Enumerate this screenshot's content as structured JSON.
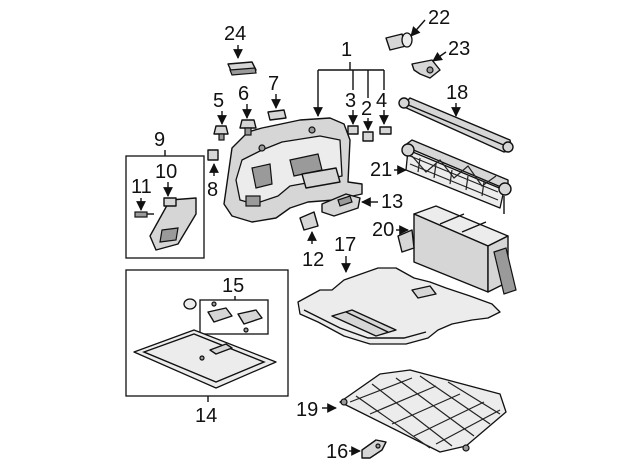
{
  "callouts": {
    "c1": "1",
    "c2": "2",
    "c3": "3",
    "c4": "4",
    "c5": "5",
    "c6": "6",
    "c7": "7",
    "c8": "8",
    "c9": "9",
    "c10": "10",
    "c11": "11",
    "c12": "12",
    "c13": "13",
    "c14": "14",
    "c15": "15",
    "c16": "16",
    "c17": "17",
    "c18": "18",
    "c19": "19",
    "c20": "20",
    "c21": "21",
    "c22": "22",
    "c23": "23",
    "c24": "24"
  },
  "colors": {
    "line": "#111111",
    "part_fill": "#d6d6d6",
    "part_light": "#ececec",
    "background": "#ffffff"
  }
}
